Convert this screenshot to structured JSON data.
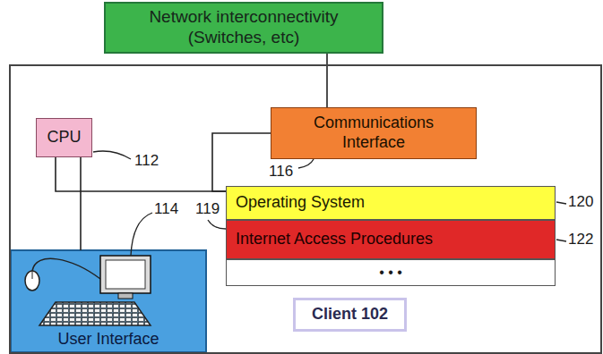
{
  "diagram": {
    "nodes": [
      {
        "text": [
          "Network interconnectivity (Switches, etc)"
        ]
      },
      {
        "text": [
          "Client 102"
        ]
      },
      {
        "text": [
          "CPU"
        ],
        "in": 1
      },
      {
        "text": [
          "Communications Interface"
        ],
        "in": 1
      },
      {
        "text": [
          "Operating System"
        ],
        "in": 1
      },
      {
        "text": [
          "Internet Access Procedures"
        ],
        "in": 1
      },
      {
        "text": [
          "• • •"
        ],
        "in": 1
      },
      {
        "text": [
          "User Interface"
        ],
        "in": 1
      }
    ],
    "edges": [
      {
        "from": 0,
        "to": 3,
        "arrow": "none"
      },
      {
        "from": 2,
        "to": 4,
        "arrow": "none"
      },
      {
        "from": 3,
        "to": 4,
        "arrow": "none"
      },
      {
        "from": 2,
        "to": 7,
        "arrow": "none"
      }
    ],
    "labels": [
      "112",
      "116",
      "114",
      "119",
      "120",
      "122"
    ]
  }
}
